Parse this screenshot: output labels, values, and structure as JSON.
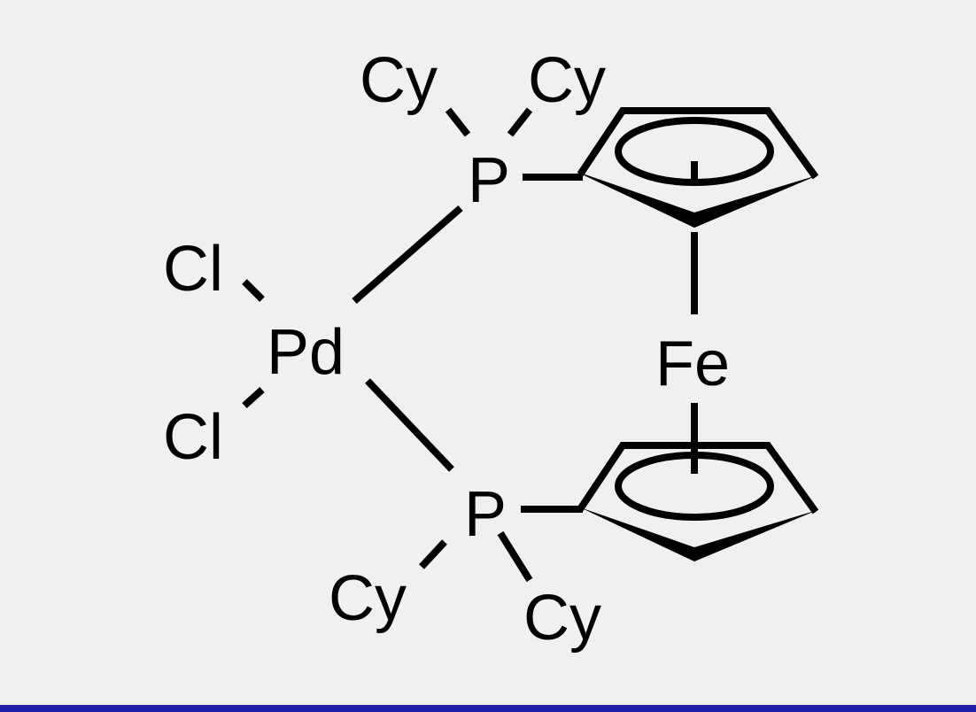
{
  "molecule": {
    "atoms": {
      "pd": "Pd",
      "fe": "Fe",
      "p_top": "P",
      "p_bottom": "P",
      "cl_top": "Cl",
      "cl_bottom": "Cl",
      "cy_top_left": "Cy",
      "cy_top_right": "Cy",
      "cy_bottom_left": "Cy",
      "cy_bottom_right": "Cy"
    }
  },
  "colors": {
    "background": "#f0f0f0",
    "ink": "#000000",
    "bottom_bar": "#1e1ea8"
  }
}
